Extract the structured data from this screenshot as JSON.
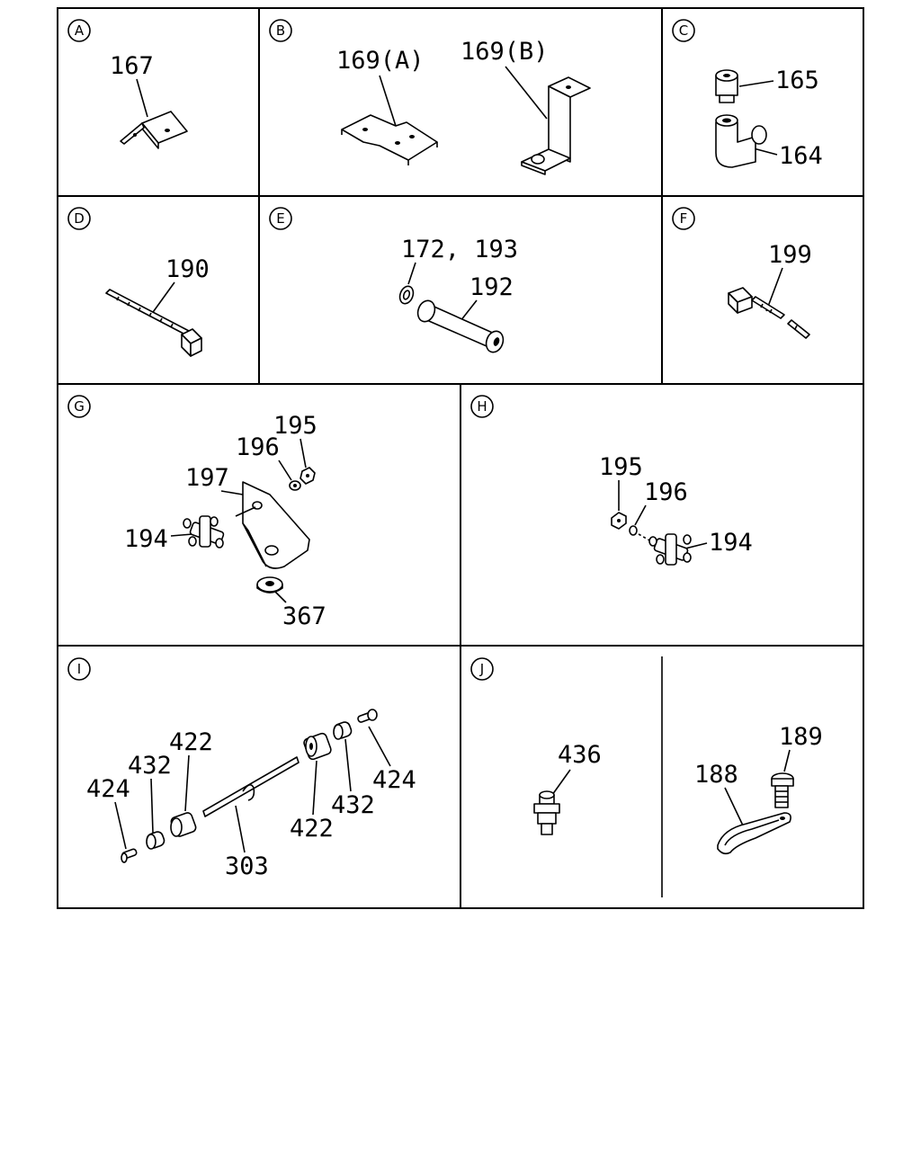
{
  "panels": {
    "a": {
      "letter": "A",
      "labels": [
        "167"
      ]
    },
    "b": {
      "letter": "B",
      "labels": [
        "169(A)",
        "169(B)"
      ]
    },
    "c": {
      "letter": "C",
      "labels": [
        "165",
        "164"
      ]
    },
    "d": {
      "letter": "D",
      "labels": [
        "190"
      ]
    },
    "e": {
      "letter": "E",
      "labels": [
        "172, 193",
        "192"
      ]
    },
    "f": {
      "letter": "F",
      "labels": [
        "199"
      ]
    },
    "g": {
      "letter": "G",
      "labels": [
        "195",
        "196",
        "197",
        "194",
        "367"
      ]
    },
    "h": {
      "letter": "H",
      "labels": [
        "195",
        "196",
        "194"
      ]
    },
    "i": {
      "letter": "I",
      "labels": [
        "422",
        "432",
        "424",
        "303",
        "422",
        "432",
        "424"
      ]
    },
    "j": {
      "letter": "J",
      "labels": [
        "436",
        "189",
        "188"
      ]
    }
  }
}
